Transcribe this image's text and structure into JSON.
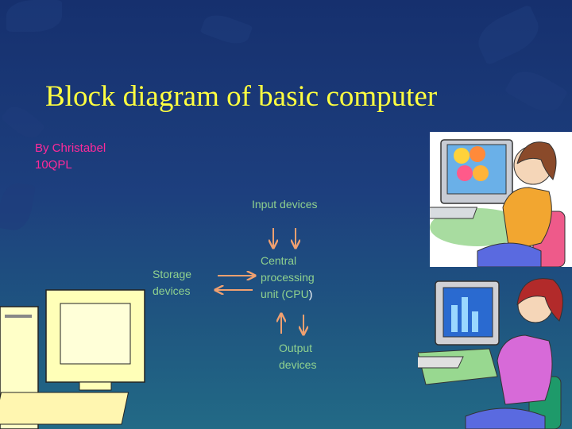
{
  "slide": {
    "title": "Block diagram of basic computer",
    "author_line1": "By Christabel",
    "author_line2": "10QPL"
  },
  "diagram": {
    "input": "Input devices",
    "cpu_line1": "Central",
    "cpu_line2": "processing",
    "cpu_line3": "unit (CPU",
    "cpu_paren": ")",
    "storage_line1": "Storage",
    "storage_line2": "devices",
    "output_line1": "Output",
    "output_line2": "devices"
  },
  "colors": {
    "title": "#ffff40",
    "author": "#ff2a9a",
    "labels": "#8fd18e",
    "arrows": "#f0a070"
  }
}
